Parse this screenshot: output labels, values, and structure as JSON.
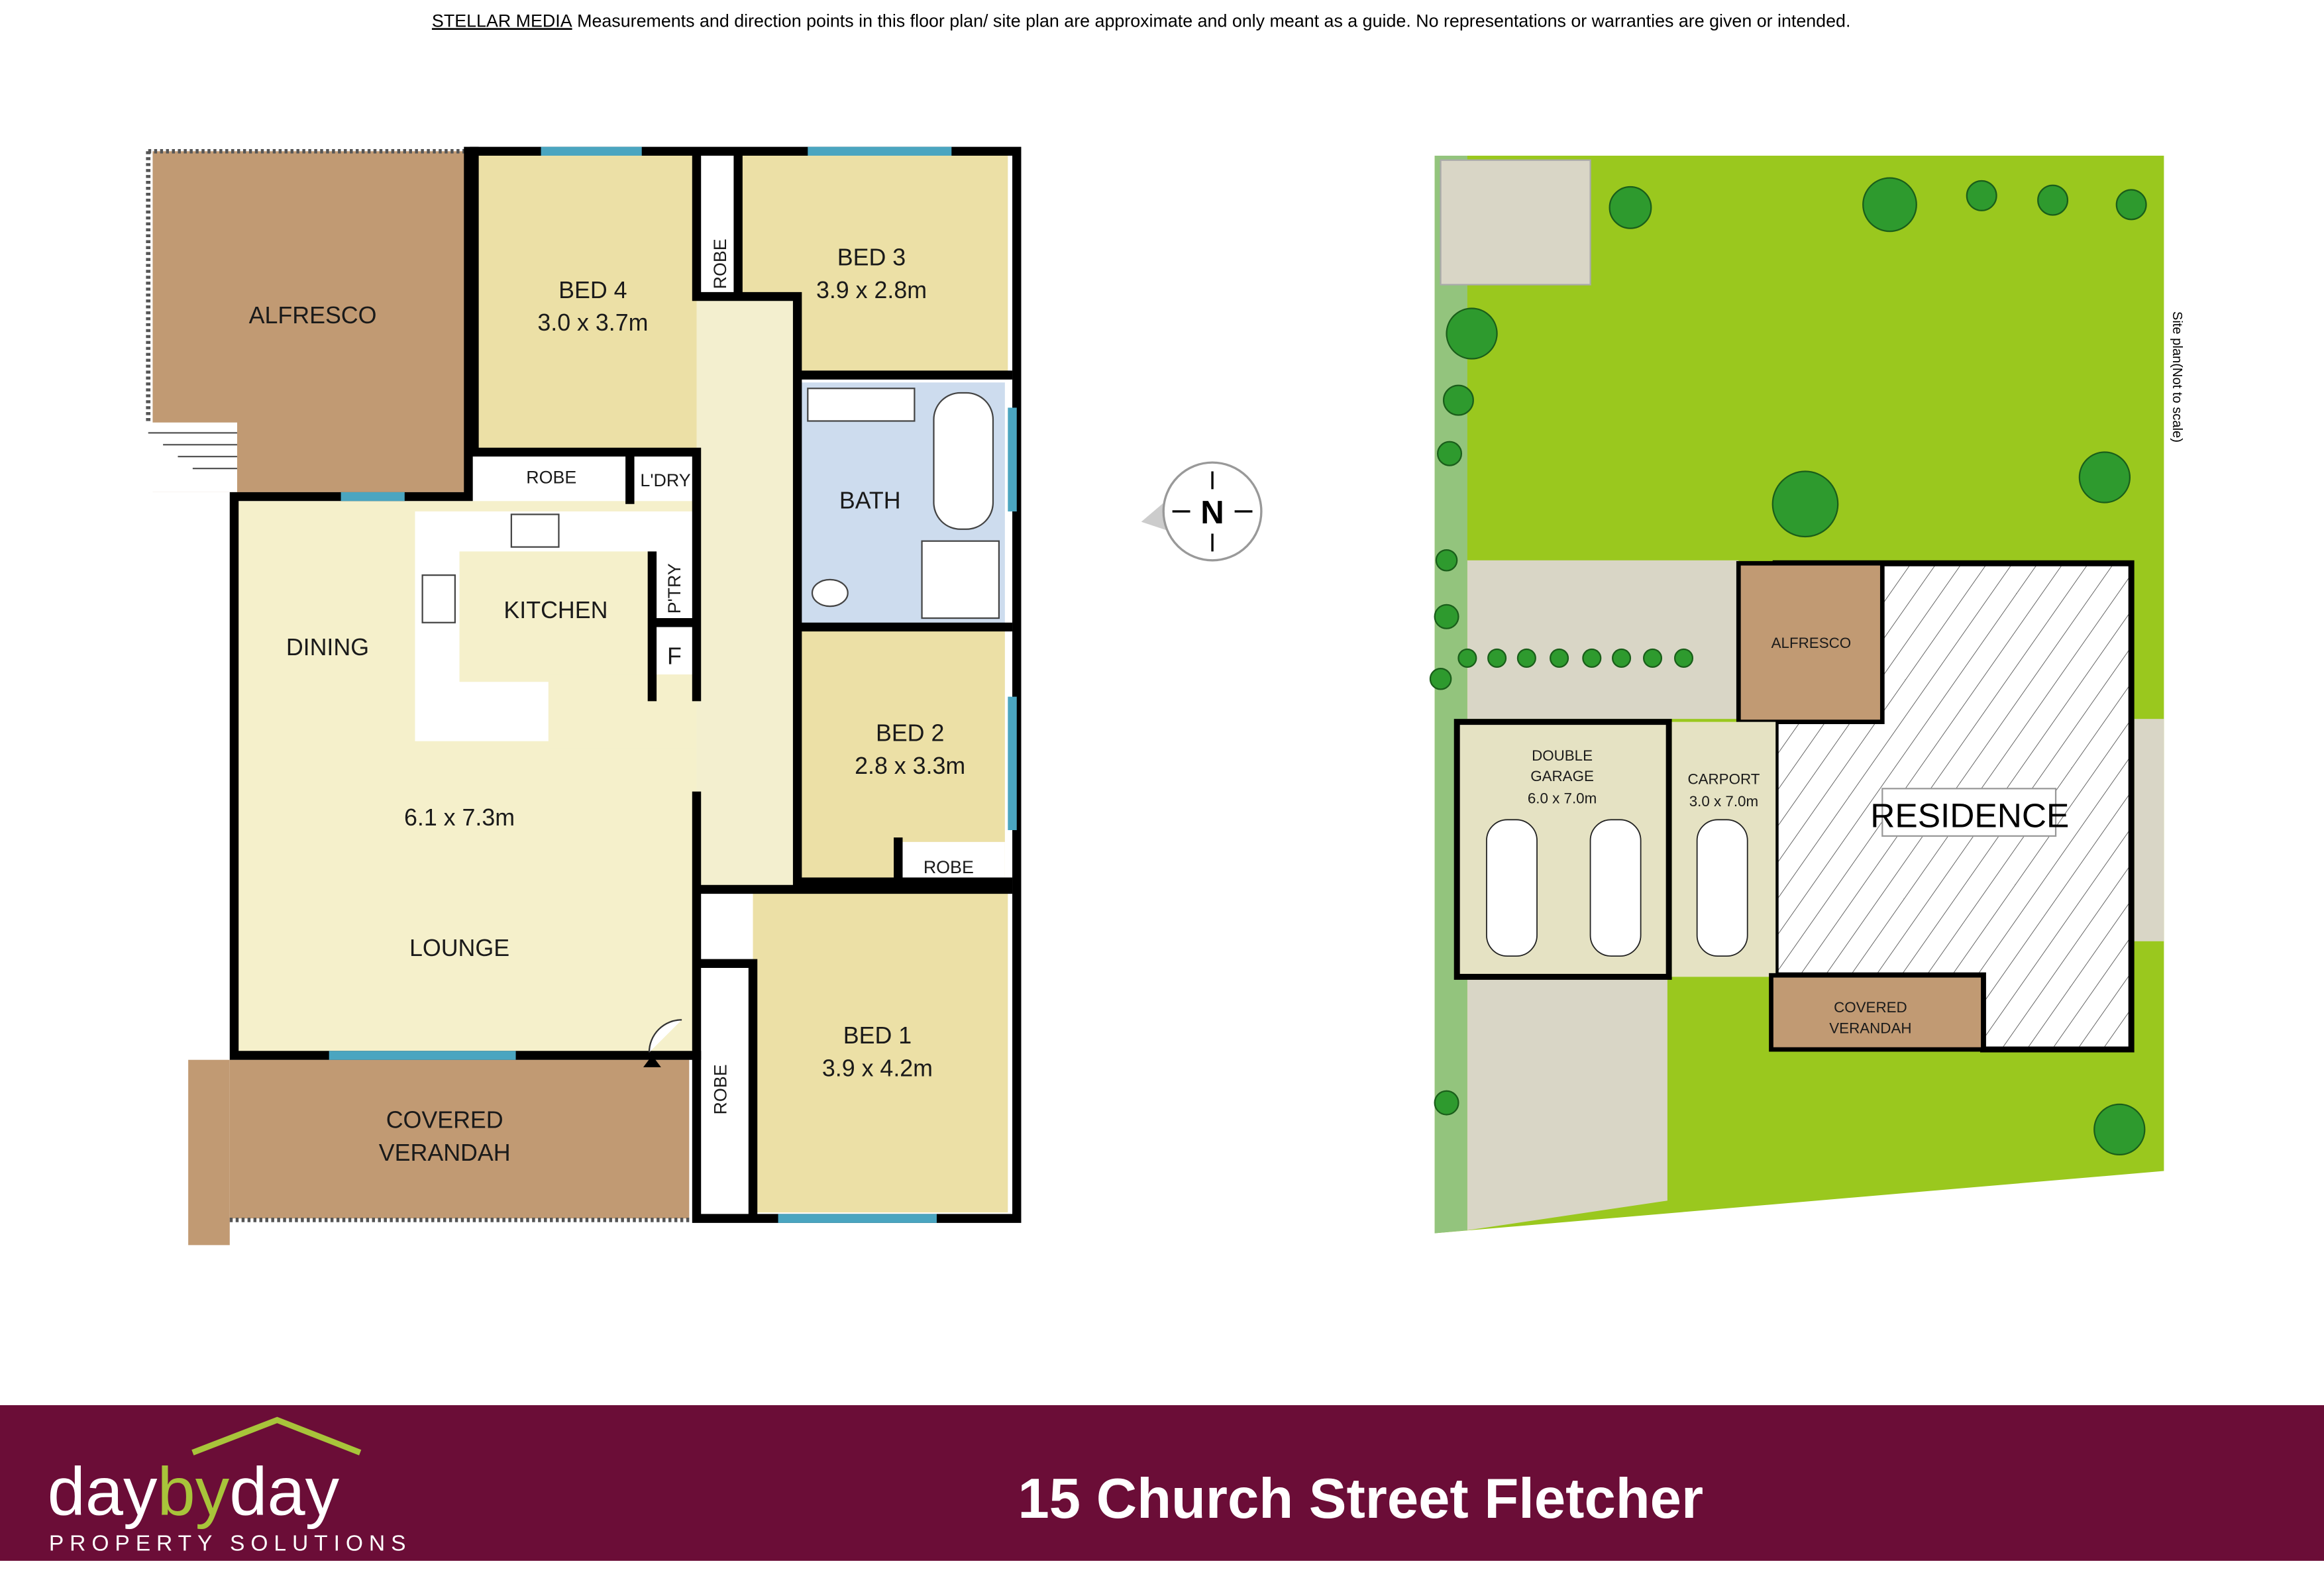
{
  "disclaimer": {
    "brand": "STELLAR MEDIA",
    "text": "Measurements and direction points in this floor plan/ site plan are approximate and only meant as a guide. No representations or warranties are given or intended."
  },
  "floor_plan": {
    "alfresco": "ALFRESCO",
    "bed4": {
      "name": "BED 4",
      "size": "3.0 x 3.7m"
    },
    "bed3": {
      "name": "BED 3",
      "size": "3.9 x 2.8m"
    },
    "bed2": {
      "name": "BED 2",
      "size": "2.8 x 3.3m"
    },
    "bed1": {
      "name": "BED 1",
      "size": "3.9 x 4.2m"
    },
    "robe": "ROBE",
    "laundry": "L'DRY",
    "bath": "BATH",
    "kitchen": "KITCHEN",
    "pantry": "P'TRY",
    "fridge": "F",
    "dining": "DINING",
    "living_size": "6.1 x 7.3m",
    "lounge": "LOUNGE",
    "verandah_line1": "COVERED",
    "verandah_line2": "VERANDAH"
  },
  "compass": {
    "label": "N"
  },
  "site_plan": {
    "note": "Site plan(Not to scale)",
    "alfresco": "ALFRESCO",
    "garage_line1": "DOUBLE",
    "garage_line2": "GARAGE",
    "garage_size": "6.0 x 7.0m",
    "carport": "CARPORT",
    "carport_size": "3.0 x 7.0m",
    "residence": "RESIDENCE",
    "verandah_line1": "COVERED",
    "verandah_line2": "VERANDAH"
  },
  "footer": {
    "logo_day1": "day",
    "logo_by": "by",
    "logo_day2": "day",
    "logo_tagline": "PROPERTY SOLUTIONS",
    "address": "15 Church Street Fletcher",
    "bg_color": "#6b0d37",
    "accent_color": "#a8c43a"
  }
}
